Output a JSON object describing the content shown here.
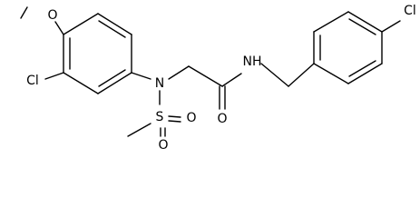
{
  "molecule": {
    "atoms": {
      "methoxy_o": "O",
      "chloro_ring1": "Cl",
      "sulfonamide_n": "N",
      "sulfur": "S",
      "sulfonyl_o1": "O",
      "sulfonyl_o2": "O",
      "carbonyl_o": "O",
      "amide_nh": "NH",
      "chloro_ring2": "Cl"
    }
  }
}
